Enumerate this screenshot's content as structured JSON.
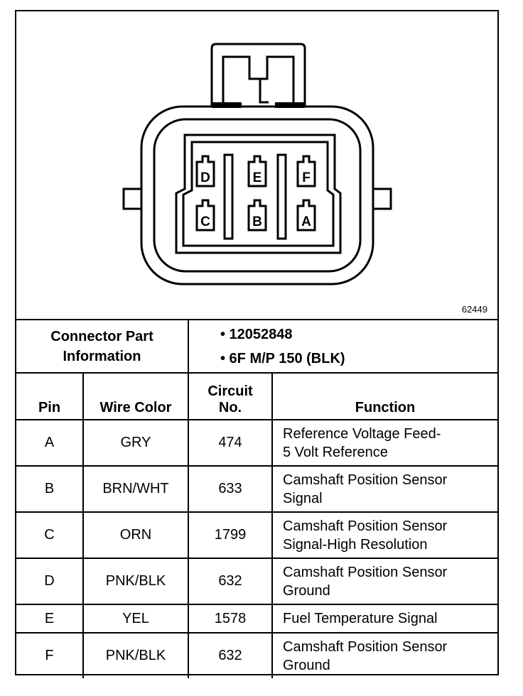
{
  "diagram": {
    "figure_id": "62449",
    "pins_top": [
      "D",
      "E",
      "F"
    ],
    "pins_bottom": [
      "C",
      "B",
      "A"
    ]
  },
  "connector_info": {
    "label_line1": "Connector Part",
    "label_line2": "Information",
    "items": [
      "• 12052848",
      "• 6F M/P 150 (BLK)"
    ]
  },
  "table": {
    "headers": {
      "pin": "Pin",
      "wire_color": "Wire Color",
      "circuit_line1": "Circuit",
      "circuit_line2": "No.",
      "function": "Function"
    },
    "rows": [
      {
        "pin": "A",
        "wire": "GRY",
        "circuit": "474",
        "fn1": "Reference Voltage Feed-",
        "fn2": "5 Volt Reference"
      },
      {
        "pin": "B",
        "wire": "BRN/WHT",
        "circuit": "633",
        "fn1": "Camshaft Position Sensor",
        "fn2": "Signal"
      },
      {
        "pin": "C",
        "wire": "ORN",
        "circuit": "1799",
        "fn1": "Camshaft Position Sensor",
        "fn2": "Signal-High Resolution"
      },
      {
        "pin": "D",
        "wire": "PNK/BLK",
        "circuit": "632",
        "fn1": "Camshaft Position Sensor",
        "fn2": "Ground"
      },
      {
        "pin": "E",
        "wire": "YEL",
        "circuit": "1578",
        "fn1": "Fuel Temperature Signal",
        "fn2": ""
      },
      {
        "pin": "F",
        "wire": "PNK/BLK",
        "circuit": "632",
        "fn1": "Camshaft Position Sensor",
        "fn2": "Ground"
      }
    ]
  }
}
